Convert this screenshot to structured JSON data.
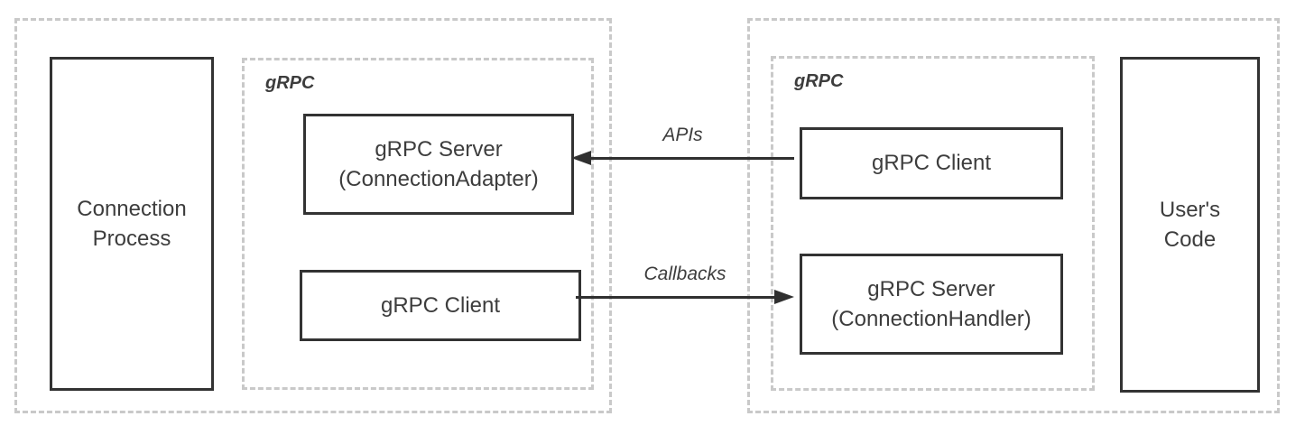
{
  "diagram": {
    "left_region": {
      "process_box": {
        "line1": "Connection",
        "line2": "Process"
      },
      "grpc_group": {
        "label": "gRPC",
        "server_box": {
          "line1": "gRPC Server",
          "line2": "(ConnectionAdapter)"
        },
        "client_box": {
          "label": "gRPC Client"
        }
      }
    },
    "right_region": {
      "grpc_group": {
        "label": "gRPC",
        "client_box": {
          "label": "gRPC Client"
        },
        "server_box": {
          "line1": "gRPC Server",
          "line2": "(ConnectionHandler)"
        }
      },
      "users_code_box": {
        "line1": "User's",
        "line2": "Code"
      }
    },
    "arrows": {
      "apis": {
        "label": "APIs",
        "direction": "left"
      },
      "callbacks": {
        "label": "Callbacks",
        "direction": "right"
      }
    },
    "colors": {
      "background": "#ffffff",
      "dashed_border": "#c9c9c9",
      "solid_border": "#333333",
      "arrow": "#303030",
      "text": "#3d3d3d"
    }
  }
}
